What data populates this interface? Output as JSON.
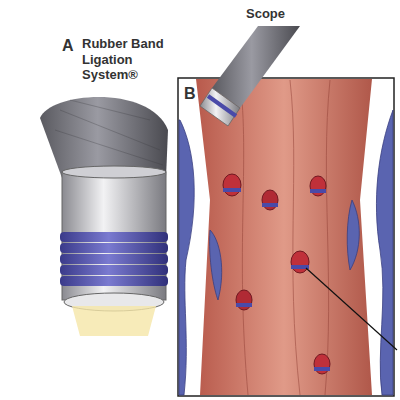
{
  "diagram": {
    "labels": [
      "A",
      "Rubber Band Ligation System®",
      "B",
      "Scope"
    ]
  }
}
